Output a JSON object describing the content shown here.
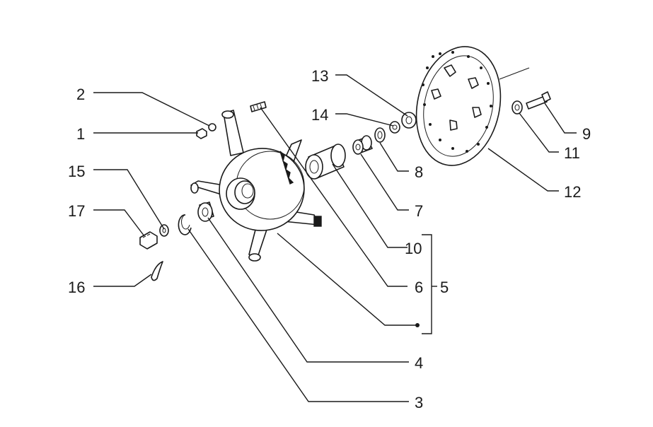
{
  "labels": {
    "l1": "1",
    "l2": "2",
    "l3": "3",
    "l4": "4",
    "l5": "5",
    "l6": "6",
    "l7": "7",
    "l8": "8",
    "l9": "9",
    "l10": "10",
    "l11": "11",
    "l12": "12",
    "l13": "13",
    "l14": "14",
    "l15": "15",
    "l16": "16",
    "l17": "17"
  },
  "colors": {
    "ink": "#1a1a1a",
    "paper": "#ffffff"
  }
}
